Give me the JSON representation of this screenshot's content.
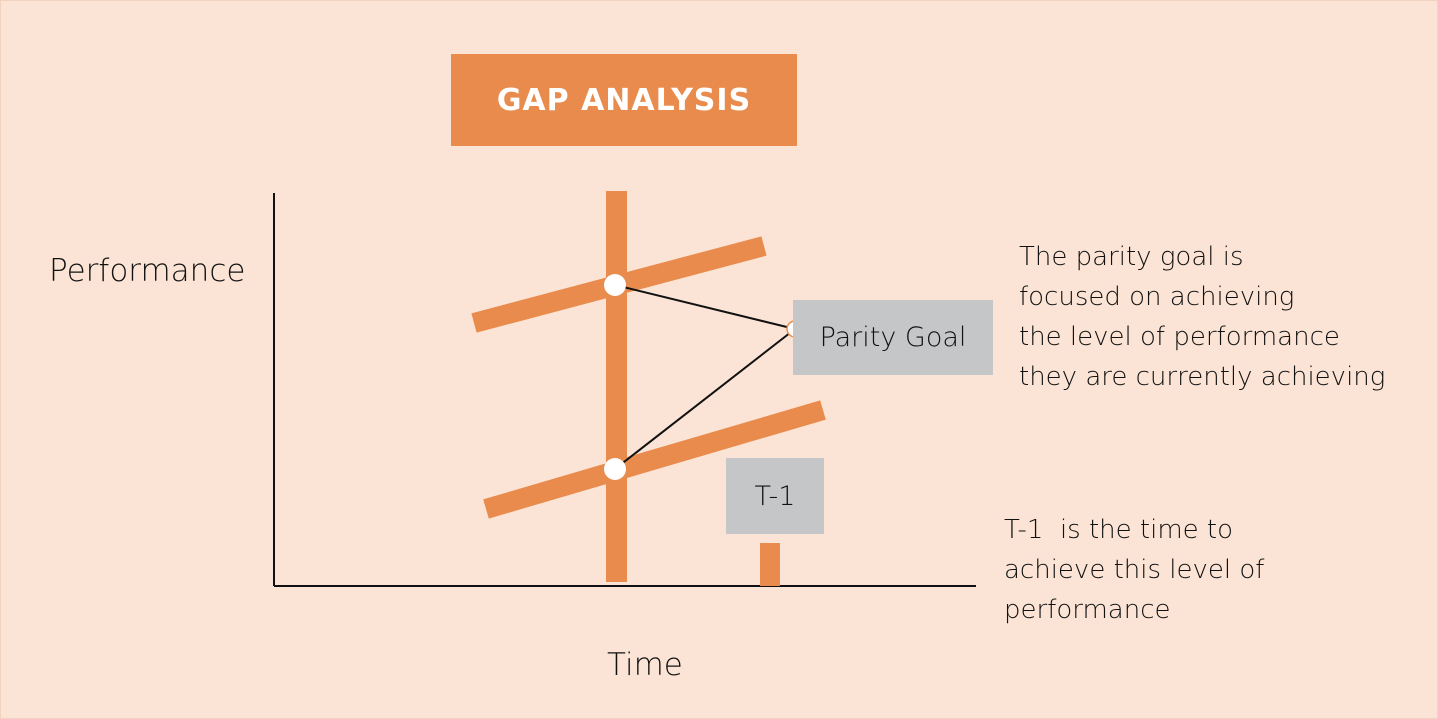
{
  "title": "GAP ANALYSIS",
  "axes": {
    "y_label": "Performance",
    "x_label": "Time"
  },
  "boxes": {
    "parity_goal": "Parity Goal",
    "t1": "T-1"
  },
  "notes": {
    "parity": [
      "The parity goal is",
      "focused on achieving",
      "the level of performance",
      "they are currently achieving"
    ],
    "t1": [
      "T-1  is the time to",
      "achieve this level of",
      "performance"
    ]
  },
  "colors": {
    "background": "#fbe4d5",
    "accent": "#e98b4c",
    "box_grey": "#c4c6c8",
    "axis": "#111111"
  }
}
